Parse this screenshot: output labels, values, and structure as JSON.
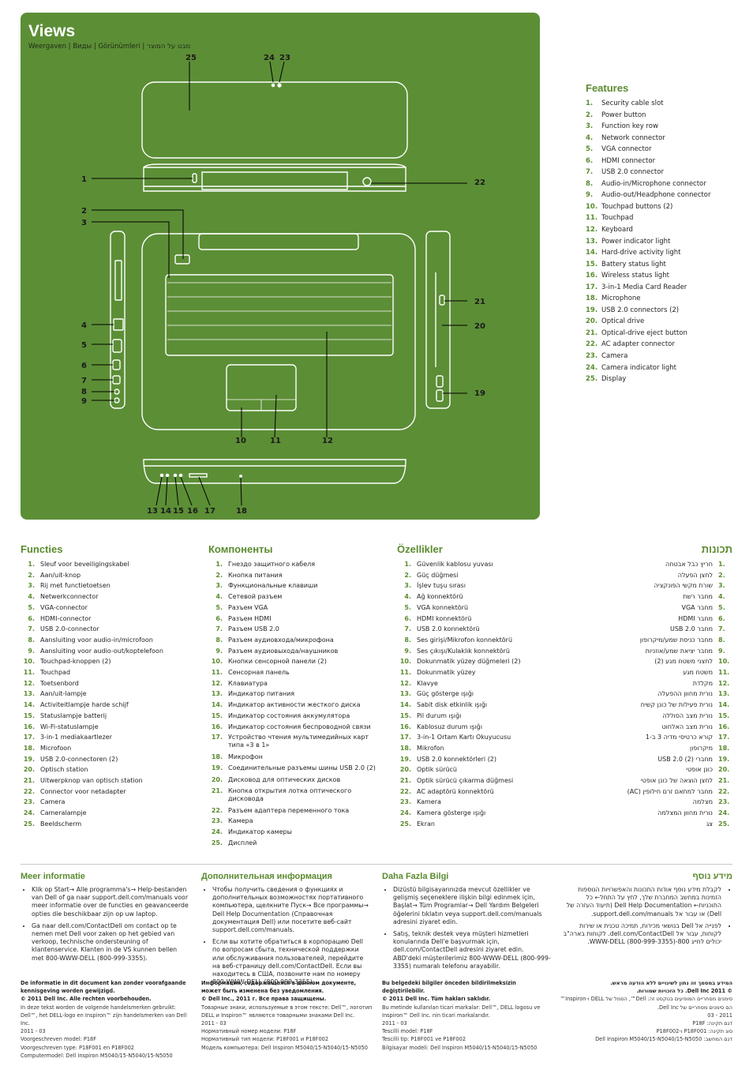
{
  "views": {
    "title": "Views",
    "subtitle": "Weergaven | Виды | Görünümleri | מבט על המוצר",
    "callouts": [
      "1",
      "2",
      "3",
      "4",
      "5",
      "6",
      "7",
      "8",
      "9",
      "10",
      "11",
      "12",
      "13",
      "14",
      "15",
      "16",
      "17",
      "18",
      "19",
      "20",
      "21",
      "22",
      "23",
      "24",
      "25"
    ]
  },
  "features": {
    "heading": "Features",
    "items": [
      {
        "n": "1.",
        "t": "Security cable slot"
      },
      {
        "n": "2.",
        "t": "Power button"
      },
      {
        "n": "3.",
        "t": "Function key row"
      },
      {
        "n": "4.",
        "t": "Network connector"
      },
      {
        "n": "5.",
        "t": "VGA connector"
      },
      {
        "n": "6.",
        "t": "HDMI connector"
      },
      {
        "n": "7.",
        "t": "USB 2.0 connector"
      },
      {
        "n": "8.",
        "t": "Audio-in/Microphone connector"
      },
      {
        "n": "9.",
        "t": "Audio-out/Headphone connector"
      },
      {
        "n": "10.",
        "t": "Touchpad buttons (2)"
      },
      {
        "n": "11.",
        "t": "Touchpad"
      },
      {
        "n": "12.",
        "t": "Keyboard"
      },
      {
        "n": "13.",
        "t": "Power indicator light"
      },
      {
        "n": "14.",
        "t": "Hard-drive activity light"
      },
      {
        "n": "15.",
        "t": "Battery status light"
      },
      {
        "n": "16.",
        "t": "Wireless status light"
      },
      {
        "n": "17.",
        "t": "3-in-1 Media Card Reader"
      },
      {
        "n": "18.",
        "t": "Microphone"
      },
      {
        "n": "19.",
        "t": "USB 2.0 connectors (2)"
      },
      {
        "n": "20.",
        "t": "Optical drive"
      },
      {
        "n": "21.",
        "t": "Optical-drive eject button"
      },
      {
        "n": "22.",
        "t": "AC adapter connector"
      },
      {
        "n": "23.",
        "t": "Camera"
      },
      {
        "n": "24.",
        "t": "Camera indicator light"
      },
      {
        "n": "25.",
        "t": "Display"
      }
    ]
  },
  "functies": {
    "heading": "Functies",
    "items": [
      "Sleuf voor beveiligingskabel",
      "Aan/uit-knop",
      "Rij met functietoetsen",
      "Netwerkconnector",
      "VGA-connector",
      "HDMI-connector",
      "USB 2.0-connector",
      "Aansluiting voor audio-in/microfoon",
      "Aansluiting voor audio-out/koptelefoon",
      "Touchpad-knoppen (2)",
      "Touchpad",
      "Toetsenbord",
      "Aan/uit-lampje",
      "Activiteitlampje harde schijf",
      "Statuslampje batterij",
      "Wi-Fi-statuslampje",
      "3-in-1 mediakaartlezer",
      "Microfoon",
      "USB 2.0-connectoren (2)",
      "Optisch station",
      "Uitwerpknop van optisch station",
      "Connector voor netadapter",
      "Camera",
      "Cameralampje",
      "Beeldscherm"
    ]
  },
  "komponenty": {
    "heading": "Компоненты",
    "items": [
      "Гнездо защитного кабеля",
      "Кнопка питания",
      "Функциональные клавиши",
      "Сетевой разъем",
      "Разъем VGA",
      "Разъем HDMI",
      "Разъем USB 2.0",
      "Разъем аудиовхода/микрофона",
      "Разъем аудиовыхода/наушников",
      "Кнопки сенсорной панели (2)",
      "Сенсорная панель",
      "Клавиатура",
      "Индикатор питания",
      "Индикатор активности жесткого диска",
      "Индикатор состояния аккумулятора",
      "Индикатор состояния беспроводной связи",
      "Устройство чтения мультимедийных карт типа «3 в 1»",
      "Микрофон",
      "Соединительные разъемы шины USB 2.0 (2)",
      "Дисковод для оптических дисков",
      "Кнопка открытия лотка оптического дисковода",
      "Разъем адаптера переменного тока",
      "Камера",
      "Индикатор камеры",
      "Дисплей"
    ]
  },
  "ozellikler": {
    "heading": "Özellikler",
    "items": [
      "Güvenlik kablosu yuvası",
      "Güç düğmesi",
      "İşlev tuşu sırası",
      "Ağ konnektörü",
      "VGA konnektörü",
      "HDMI konnektörü",
      "USB 2.0 konnektörü",
      "Ses girişi/Mikrofon konnektörü",
      "Ses çıkışı/Kulaklık konnektörü",
      "Dokunmatik yüzey düğmeleri (2)",
      "Dokunmatik yüzey",
      "Klavye",
      "Güç gösterge ışığı",
      "Sabit disk etkinlik ışığı",
      "Pil durum ışığı",
      "Kablosuz durum ışığı",
      "3-in-1 Ortam Kartı Okuyucusu",
      "Mikrofon",
      "USB 2.0 konnektörleri (2)",
      "Optik sürücü",
      "Optik sürücü çıkarma düğmesi",
      "AC adaptörü konnektörü",
      "Kamera",
      "Kamera gösterge ışığı",
      "Ekran"
    ]
  },
  "tchunot": {
    "heading": "תכונות",
    "items": [
      "חריץ כבל אבטחה",
      "לחצן הפעלה",
      "שורת מקשי הפונקציה",
      "מחבר רשת",
      "מחבר VGA",
      "מחבר HDMI",
      "מחבר USB 2.0",
      "מחבר כניסת שמע/מיקרופון",
      "מחבר יציאת שמע/אוזניות",
      "לחצני משטח מגע (2)",
      "משטח מגע",
      "מקלדת",
      "נורית מחוון ההפעלה",
      "נורית פעילות של כונן קשיח",
      "נורית מצב הסוללה",
      "נורית מצב האלחוט",
      "קורא כרטיסי מדיה 3 ב-1",
      "מיקרופון",
      "מחברי USB 2.0 (2)",
      "כונן אופטי",
      "לחצן הוצאה של כונן אופטי",
      "מחבר למתאם זרם חילופין (AC)",
      "מצלמה",
      "נורית מחוון המצלמה",
      "צג"
    ]
  },
  "info_nl": {
    "heading": "Meer informatie",
    "items": [
      "Klik op Start→ Alle programma's→ Help-bestanden van Dell of ga naar support.dell.com/manuals voor meer informatie over de functies en geavanceerde opties die beschikbaar zijn op uw laptop.",
      "Ga naar dell.com/ContactDell om contact op te nemen met Dell voor zaken op het gebied van verkoop, technische ondersteuning of klantenservice. Klanten in de VS kunnen bellen met 800-WWW-DELL (800-999-3355)."
    ]
  },
  "info_ru": {
    "heading": "Дополнительная информация",
    "items": [
      "Чтобы получить сведения о функциях и дополнительных возможностях портативного компьютера, щелкните Пуск→ Все программы→ Dell Help Documentation (Справочная документация Dell) или посетите веб-сайт support.dell.com/manuals.",
      "Если вы хотите обратиться в корпорацию Dell по вопросам сбыта, технической поддержки или обслуживания пользователей, перейдите на веб-страницу dell.com/ContactDell. Если вы находитесь в США, позвоните нам по номеру 800-WWW-DELL (800-999-3355)."
    ]
  },
  "info_tr": {
    "heading": "Daha Fazla Bilgi",
    "items": [
      "Dizüstü bilgisayarınızda mevcut özellikler ve gelişmiş seçeneklere ilişkin bilgi edinmek için, Başlat→ Tüm Programlar→ Dell Yardım Belgeleri öğelerini tıklatın veya support.dell.com/manuals adresini ziyaret edin.",
      "Satış, teknik destek veya müşteri hizmetleri konularında Dell'e başvurmak için, dell.com/ContactDell adresini ziyaret edin. ABD'deki müşterilerimiz 800-WWW-DELL (800-999-3355) numaralı telefonu arayabilir."
    ]
  },
  "info_he": {
    "heading": "מידע נוסף",
    "items": [
      "לקבלת מידע נוסף אודות התכונות והאפשרויות הנוספות הזמינות במחשב המחברת שלך, לחץ על התחל← כל התוכניות← Dell Help Documentation (תיעוד העזרה של Dell) או עבור אל support.dell.com/manuals.",
      "לפנייה אל Dell בנושאי מכירות, תמיכה טכנית או שירות לקוחות, עבור אל dell.com/ContactDell. לקוחות בארה\"ב יכולים לחייג 800-WWW-DELL (800-999-3355)."
    ]
  },
  "legal_nl": {
    "l1": "De informatie in dit document kan zonder voorafgaande kennisgeving worden gewijzigd.",
    "l2": "© 2011 Dell Inc. Alle rechten voorbehouden.",
    "l3": "In deze tekst worden de volgende handelsmerken gebruikt: Dell™, het DELL-logo en Inspiron™ zijn handelsmerken van Dell Inc.",
    "l4": "2011 - 03",
    "l5": "Voorgeschreven model: P18F",
    "l6": "Voorgeschreven type: P18F001 en P18F002",
    "l7": "Computermodel: Dell Inspiron M5040/15-N5040/15-N5050"
  },
  "legal_ru": {
    "l1": "Информация, содержащаяся в данном документе, может быть изменена без уведомления.",
    "l2": "© Dell Inc., 2011 г. Все права защищены.",
    "l3": "Товарные знаки, используемые в этом тексте: Dell™, логотип DELL и Inspiron™ являются товарными знаками Dell Inc.",
    "l4": "2011 - 03",
    "l5": "Нормативный номер модели: P18F",
    "l6": "Нормативный тип модели: P18F001 и P18F002",
    "l7": "Модель компьютера: Dell Inspiron M5040/15-N5040/15-N5050"
  },
  "legal_tr": {
    "l1": "Bu belgedeki bilgiler önceden bildirilmeksizin değiştirilebilir.",
    "l2": "© 2011 Dell Inc. Tüm hakları saklıdır.",
    "l3": "Bu metinde kullanılan ticari markalar: Dell™, DELL logosu ve Inspiron™ Dell Inc. nin ticari markalarıdır.",
    "l4": "2011 - 03",
    "l5": "Tescilli model: P18F",
    "l6": "Tescilli tip: P18F001 ve P18F002",
    "l7": "Bilgisayar modeli: Dell Inspiron M5040/15-N5040/15-N5050"
  },
  "legal_he": {
    "l1": "המידע במסמך זה נתון לשינויים ללא הודעה מראש.",
    "l2": "© 2011 Dell Inc. כל הזכויות שמורות.",
    "l3": "סימנים מסחריים המופיעים בטקסט זה: Dell™, הסמל של DELL ו-Inspiron™ הם סימנים מסחריים של Dell Inc.",
    "l4": "2011 - 03",
    "l5": "דגם תקינה: P18F",
    "l6": "סוג תקינה: P18F001 ו-P18F002",
    "l7": "דגם המחשב: Dell Inspiron M5040/15-N5040/15-N5050"
  }
}
